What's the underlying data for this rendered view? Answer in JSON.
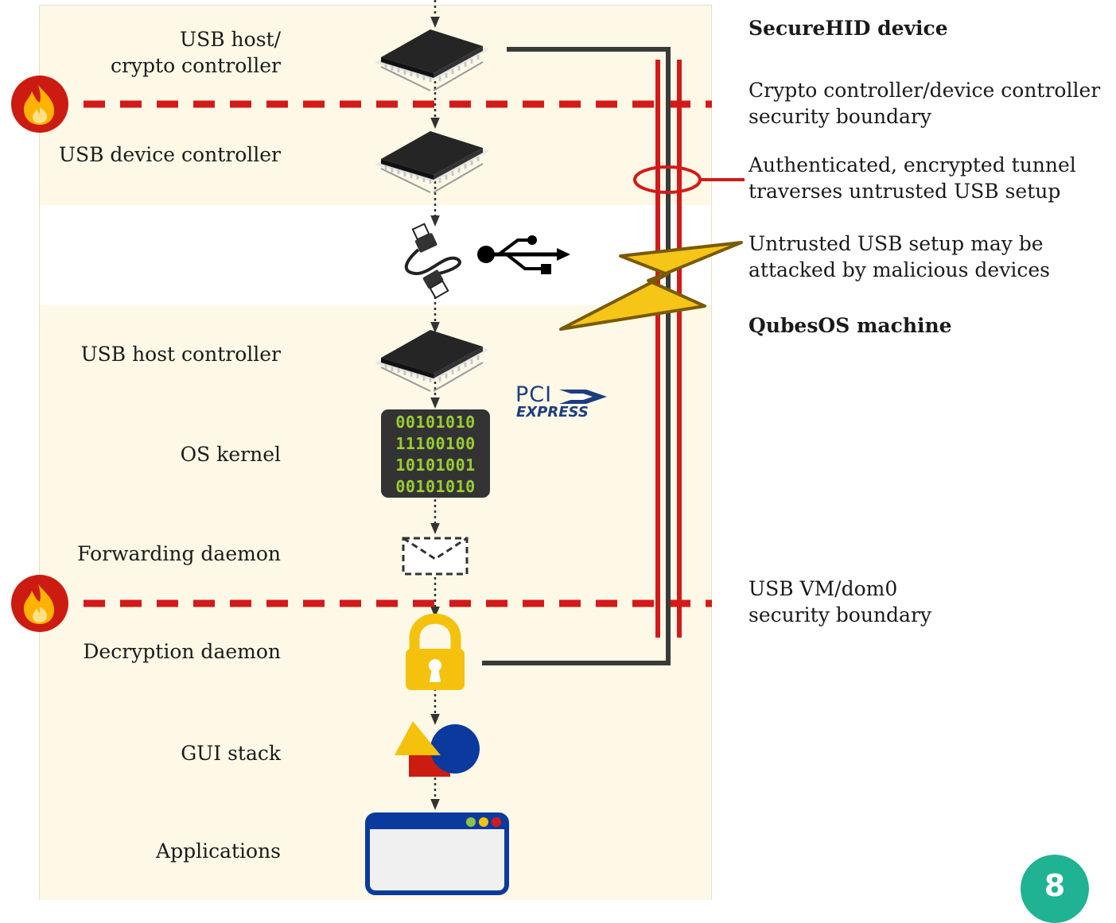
{
  "stages": {
    "usb_host_crypto": [
      "USB host/",
      "crypto controller"
    ],
    "usb_device_controller": "USB device controller",
    "usb_host_controller": "USB host controller",
    "os_kernel": "OS kernel",
    "forwarding_daemon": "Forwarding daemon",
    "decryption_daemon": "Decryption daemon",
    "gui_stack": "GUI stack",
    "applications": "Applications"
  },
  "notes": {
    "securehid_device": "SecureHID device",
    "crypto_boundary": [
      "Crypto controller/device controller",
      "security boundary"
    ],
    "tunnel": [
      "Authenticated, encrypted tunnel",
      "traverses untrusted USB setup"
    ],
    "untrusted": [
      "Untrusted USB setup may be",
      "attacked by malicious devices"
    ],
    "qubes_machine": "QubesOS machine",
    "usbvm_boundary": [
      "USB VM/dom0",
      "security boundary"
    ]
  },
  "binary_block": [
    "00101010",
    "11100100",
    "10101001",
    "00101010"
  ],
  "pcie_logo": {
    "top": "PCI",
    "bottom": "EXPRESS"
  },
  "page_number": "8",
  "colors": {
    "cream_background": "#fdf9e6",
    "boundary_red": "#d31a1a",
    "tunnel_dark": "#3a3a3a",
    "lightning_yellow": "#f5c518",
    "lock_yellow": "#f4c20d",
    "badge_teal": "#1fb394",
    "pcie_blue": "#1d3d80",
    "binary_green": "#9acd32"
  },
  "icons": [
    "chip-icon",
    "fire-icon",
    "usb-cable-icon",
    "usb-symbol-icon",
    "binary-icon",
    "envelope-icon",
    "padlock-icon",
    "shapes-icon",
    "app-window-icon",
    "lightning-icon",
    "pcie-logo"
  ]
}
